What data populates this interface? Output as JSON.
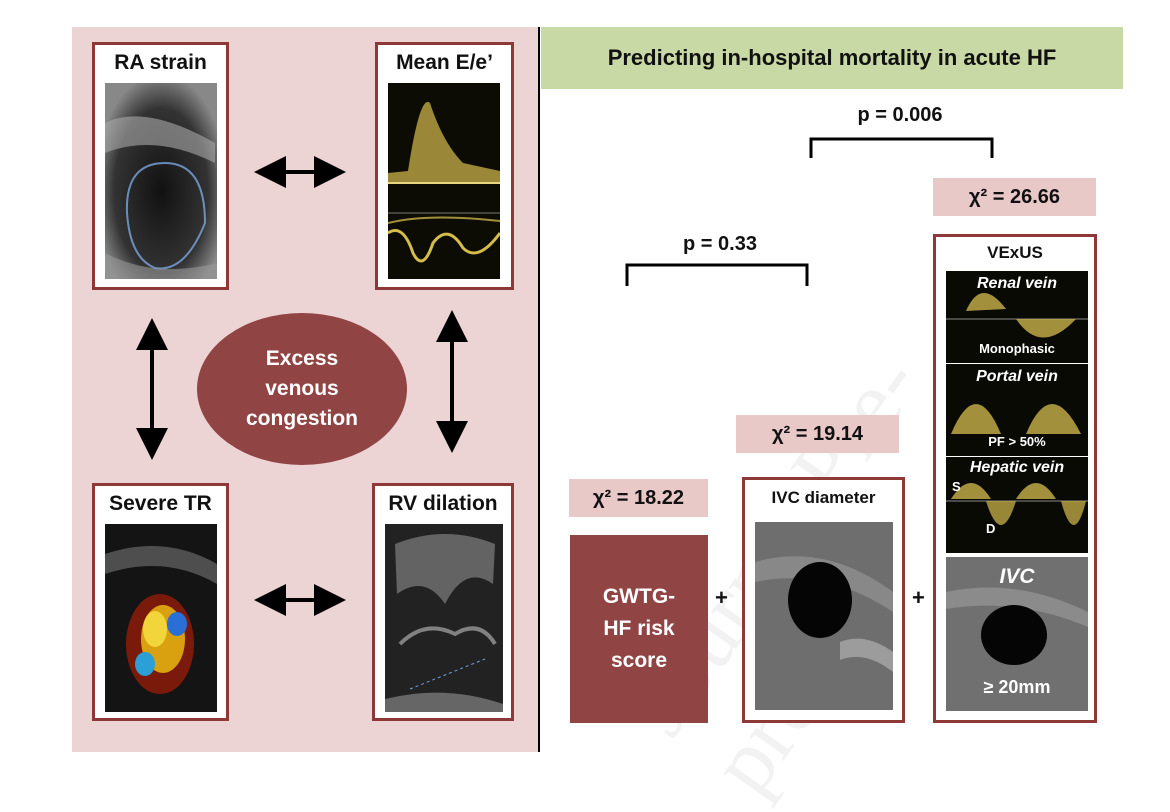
{
  "left": {
    "ra_strain": "RA strain",
    "mean_ee": "Mean E/e’",
    "severe_tr": "Severe TR",
    "rv_dilation": "RV dilation",
    "center_line1": "Excess",
    "center_line2": "venous",
    "center_line3": "congestion"
  },
  "right": {
    "header": "Predicting in-hospital mortality in acute HF",
    "p_top": "p = 0.006",
    "p_mid": "p = 0.33",
    "chi_vexus": "χ² = 26.66",
    "chi_ivc": "χ² = 19.14",
    "chi_gwtg": "χ² = 18.22",
    "gwtg_line1": "GWTG-",
    "gwtg_line2": "HF risk",
    "gwtg_line3": "score",
    "plus": "+",
    "ivc_diameter": "IVC diameter",
    "vexus_title": "VExUS",
    "renal_vein": "Renal vein",
    "monophasic": "Monophasic",
    "portal_vein": "Portal vein",
    "pf": "PF > 50%",
    "hepatic_vein": "Hepatic vein",
    "s_label": "S",
    "d_label": "D",
    "ivc_label": "IVC",
    "ivc_threshold": "≥ 20mm"
  }
}
